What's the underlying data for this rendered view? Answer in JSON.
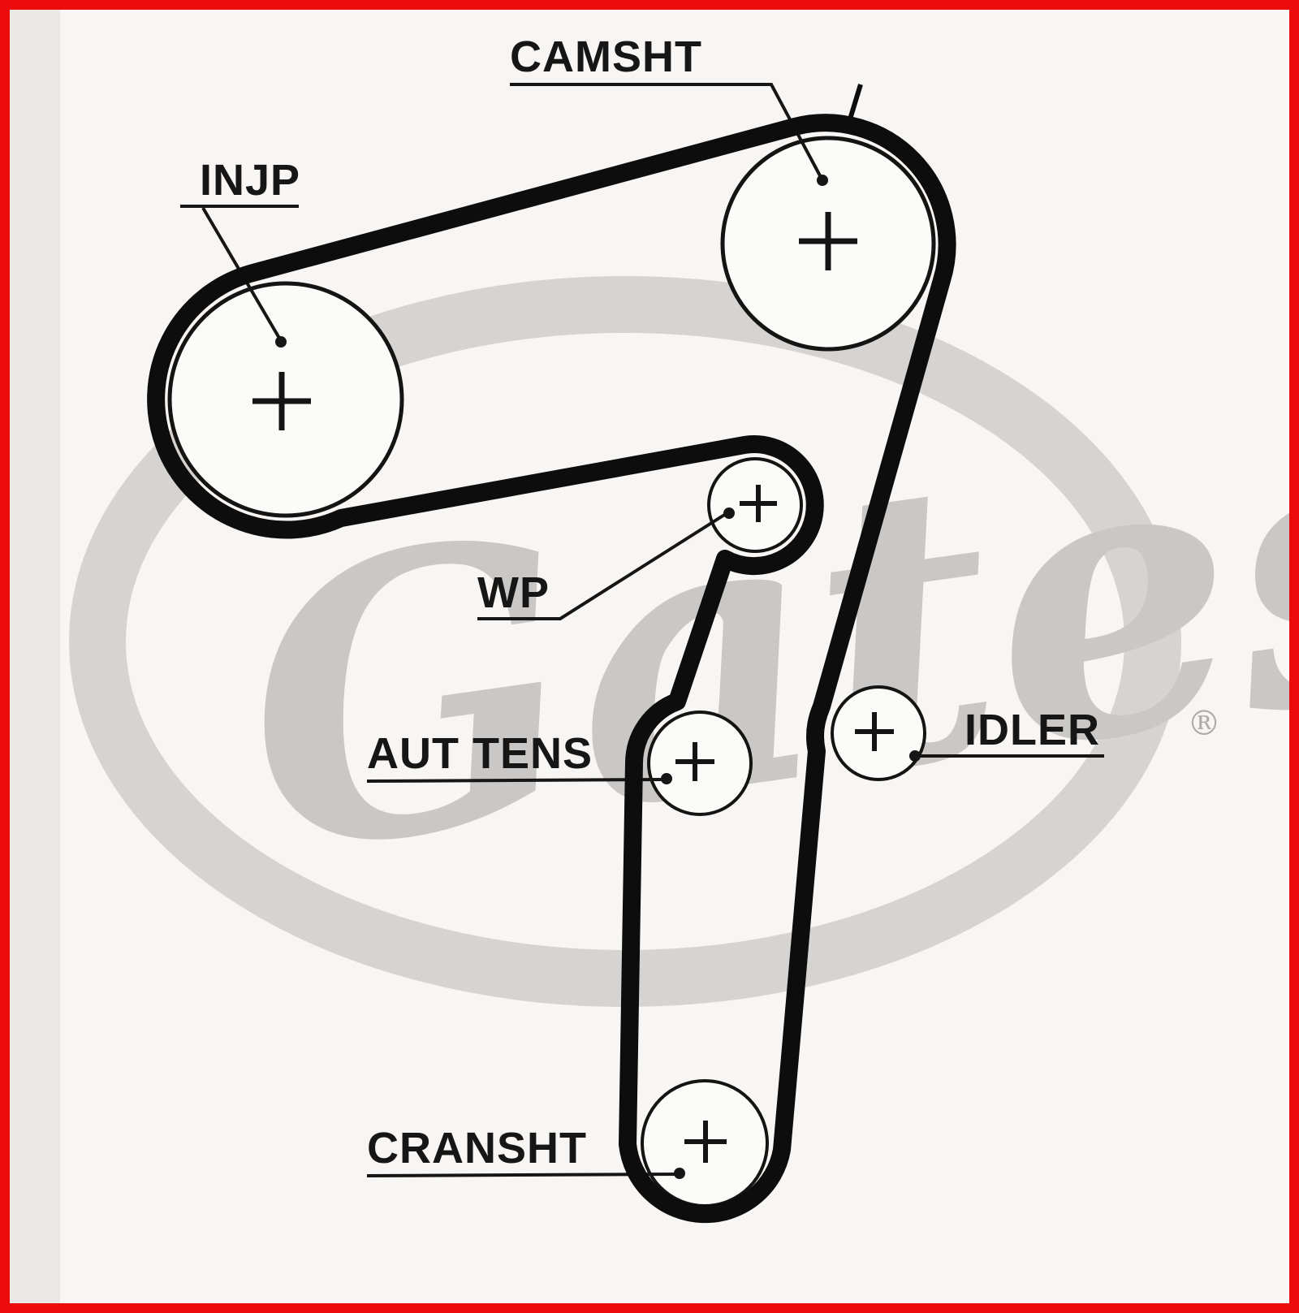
{
  "diagram": {
    "kind": "timing-belt-routing-diagram",
    "watermark": {
      "brand": "Gates",
      "registered": "®"
    },
    "labels": {
      "camshaft": "CAMSHT",
      "injection_pump": "INJP",
      "water_pump": "WP",
      "auto_tensioner": "AUT TENS",
      "idler": "IDLER",
      "crankshaft": "CRANSHT"
    },
    "colors": {
      "border": "#ee0b0b",
      "belt": "#0d0d0d",
      "pulley_outline": "#141414",
      "watermark_gray": "#c9c8c6",
      "background": "#f5f4f2",
      "left_band": "#e9e8e5"
    }
  }
}
